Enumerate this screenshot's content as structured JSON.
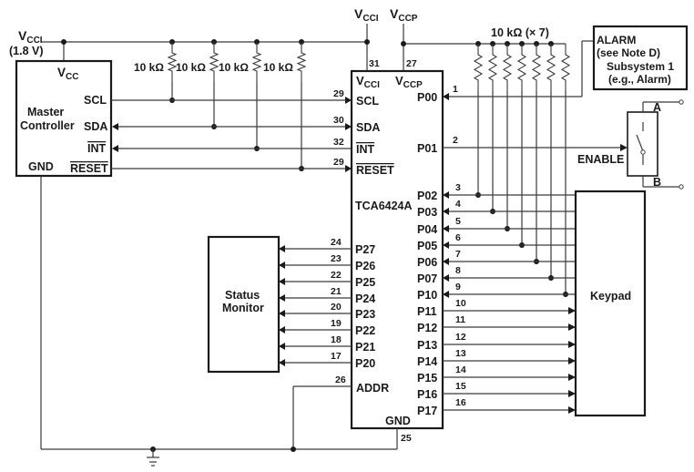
{
  "rails": {
    "vcci_label": "V",
    "vcci_sub": "CCI",
    "vcci_voltage": "(1.8 V)",
    "vccp_label": "V",
    "vccp_sub": "CCP"
  },
  "master": {
    "title_line1": "Master",
    "title_line2": "Controller",
    "vcc": "V",
    "vcc_sub": "CC",
    "pins": [
      "SCL",
      "SDA",
      "INT",
      "RESET"
    ],
    "gnd": "GND"
  },
  "pullups_left": {
    "labels": [
      "10 kΩ",
      "10 kΩ",
      "10 kΩ",
      "10 kΩ"
    ]
  },
  "pullups_right": {
    "label": "10 kΩ (× 7)"
  },
  "chip": {
    "name": "TCA6424A",
    "vcci": "V",
    "vcci_sub": "CCI",
    "vccp": "V",
    "vccp_sub": "CCP",
    "vcci_pin": "31",
    "vccp_pin": "27",
    "left_pins": [
      {
        "name": "SCL",
        "num": "29"
      },
      {
        "name": "SDA",
        "num": "30"
      },
      {
        "name": "INT",
        "num": "32"
      },
      {
        "name": "RESET",
        "num": "29"
      }
    ],
    "p2_pins": [
      {
        "name": "P27",
        "num": "24"
      },
      {
        "name": "P26",
        "num": "23"
      },
      {
        "name": "P25",
        "num": "22"
      },
      {
        "name": "P24",
        "num": "21"
      },
      {
        "name": "P23",
        "num": "20"
      },
      {
        "name": "P22",
        "num": "19"
      },
      {
        "name": "P21",
        "num": "18"
      },
      {
        "name": "P20",
        "num": "17"
      }
    ],
    "addr": {
      "name": "ADDR",
      "num": "26"
    },
    "gnd": {
      "name": "GND",
      "num": "25"
    },
    "p00": {
      "name": "P00",
      "num": "1"
    },
    "p01": {
      "name": "P01",
      "num": "2"
    },
    "keypad_pins": [
      {
        "name": "P02",
        "num": "3"
      },
      {
        "name": "P03",
        "num": "4"
      },
      {
        "name": "P04",
        "num": "5"
      },
      {
        "name": "P05",
        "num": "6"
      },
      {
        "name": "P06",
        "num": "7"
      },
      {
        "name": "P07",
        "num": "8"
      },
      {
        "name": "P10",
        "num": "9"
      },
      {
        "name": "P11",
        "num": "10"
      },
      {
        "name": "P12",
        "num": "11"
      },
      {
        "name": "P13",
        "num": "12"
      },
      {
        "name": "P14",
        "num": "13"
      },
      {
        "name": "P15",
        "num": "14"
      },
      {
        "name": "P16",
        "num": "15"
      },
      {
        "name": "P17",
        "num": "16"
      }
    ]
  },
  "alarm": {
    "line1": "ALARM",
    "line2": "(see Note D)",
    "line3": "Subsystem 1",
    "line4": "(e.g., Alarm)"
  },
  "switch": {
    "enable": "ENABLE",
    "a": "A",
    "b": "B"
  },
  "status_monitor": {
    "line1": "Status",
    "line2": "Monitor"
  },
  "keypad": {
    "label": "Keypad"
  }
}
